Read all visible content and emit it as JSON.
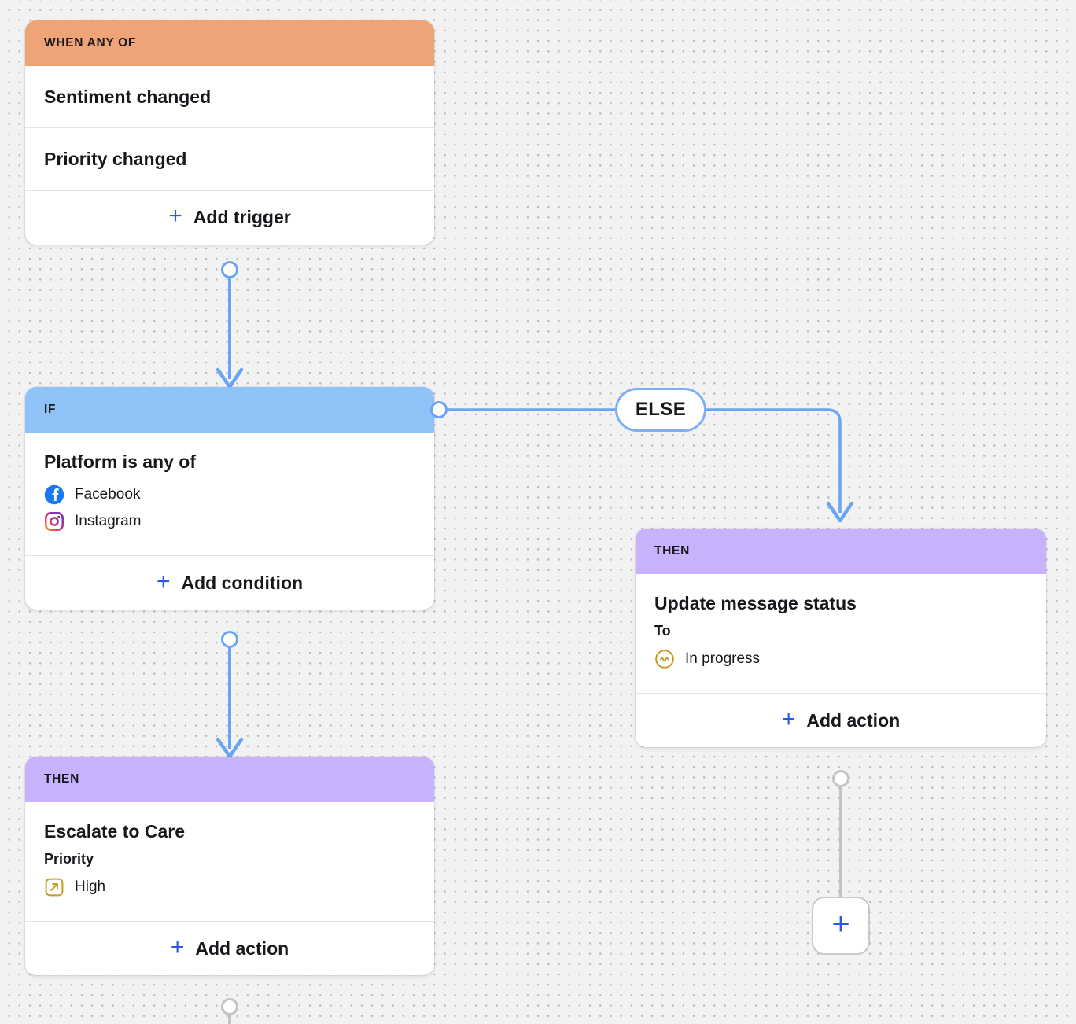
{
  "canvas": {
    "background_color": "#f2f2f3",
    "dot_color": "#b9b9bf"
  },
  "colors": {
    "trigger_header": "#efa477",
    "if_header": "#8fc3f8",
    "then_header": "#c7b2fb",
    "link_blue": "#6aa5f4",
    "link_grey": "#c2c2c7",
    "accent_blue": "#2f56ea",
    "amber": "#c9981f"
  },
  "nodes": {
    "trigger": {
      "header": "WHEN ANY OF",
      "triggers": [
        {
          "label": "Sentiment changed"
        },
        {
          "label": "Priority changed"
        }
      ],
      "add_label": "Add trigger",
      "add_icon": "plus-icon"
    },
    "condition": {
      "header": "IF",
      "title": "Platform is any of",
      "values": [
        {
          "label": "Facebook",
          "icon": "facebook-icon"
        },
        {
          "label": "Instagram",
          "icon": "instagram-icon"
        }
      ],
      "add_label": "Add condition",
      "add_icon": "plus-icon"
    },
    "else_branch": {
      "label": "ELSE"
    },
    "action_escalate": {
      "header": "THEN",
      "title": "Escalate to Care",
      "field_label": "Priority",
      "value": "High",
      "value_icon": "priority-high-icon",
      "add_label": "Add action",
      "add_icon": "plus-icon"
    },
    "action_update_status": {
      "header": "THEN",
      "title": "Update message status",
      "field_label": "To",
      "value": "In progress",
      "value_icon": "in-progress-icon",
      "add_label": "Add action",
      "add_icon": "plus-icon"
    },
    "add_node": {
      "icon": "plus-icon"
    }
  }
}
